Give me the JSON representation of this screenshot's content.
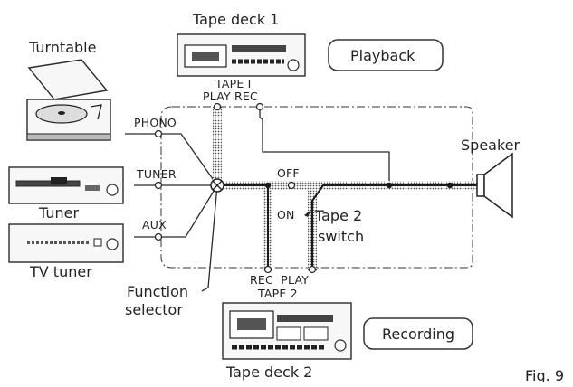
{
  "labels": {
    "tape_deck_1": "Tape deck 1",
    "tape_deck_2": "Tape deck 2",
    "turntable": "Turntable",
    "tuner": "Tuner",
    "tv_tuner": "TV tuner",
    "speaker": "Speaker",
    "function_selector_line1": "Function",
    "function_selector_line2": "selector",
    "tape2_switch_line1": "Tape 2",
    "tape2_switch_line2": "switch",
    "playback": "Playback",
    "recording": "Recording",
    "fig": "Fig. 9"
  },
  "terminals": {
    "tape1": "TAPE I",
    "tape1_play_rec": "PLAY REC",
    "phono": "PHONO",
    "tuner": "TUNER",
    "aux": "AUX",
    "off": "OFF",
    "on": "ON",
    "tape2_rec_play": "REC  PLAY",
    "tape2": "TAPE 2"
  }
}
